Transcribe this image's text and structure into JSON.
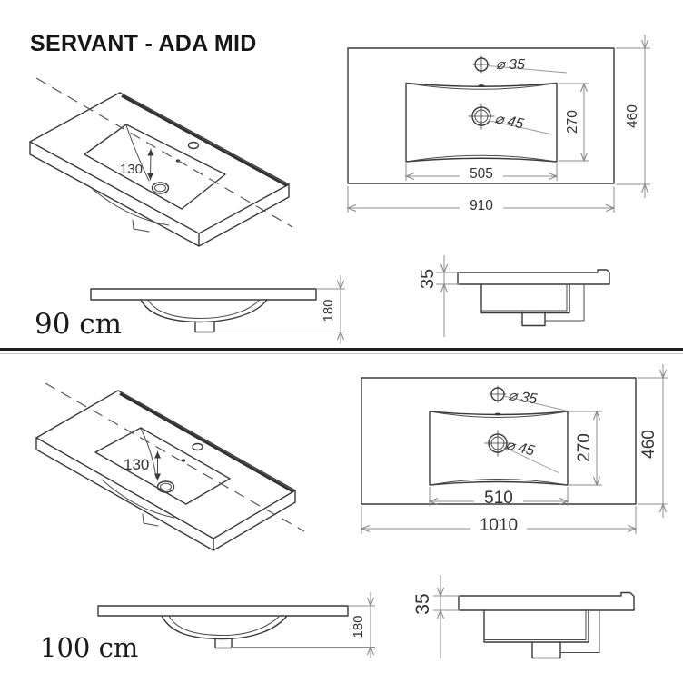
{
  "title": "SERVANT - ADA MID",
  "colors": {
    "line": "#3a3a3a",
    "dim": "#8c8c8c",
    "divider": "#1f1f1f",
    "background": "#ffffff"
  },
  "variants": [
    {
      "label": "90 cm",
      "iso": {
        "bowl_depth": "130"
      },
      "plan": {
        "total_width": "910",
        "total_depth": "460",
        "basin_width": "505",
        "basin_depth": "270",
        "faucet_hole": "⌀ 35",
        "drain_hole": "⌀ 45"
      },
      "front": {
        "total_height": "180"
      },
      "section": {
        "top_thickness": "35"
      }
    },
    {
      "label": "100 cm",
      "iso": {
        "bowl_depth": "130"
      },
      "plan": {
        "total_width": "1010",
        "total_depth": "460",
        "basin_width": "510",
        "basin_depth": "270",
        "faucet_hole": "⌀ 35",
        "drain_hole": "⌀ 45"
      },
      "front": {
        "total_height": "180"
      },
      "section": {
        "top_thickness": "35"
      }
    }
  ]
}
